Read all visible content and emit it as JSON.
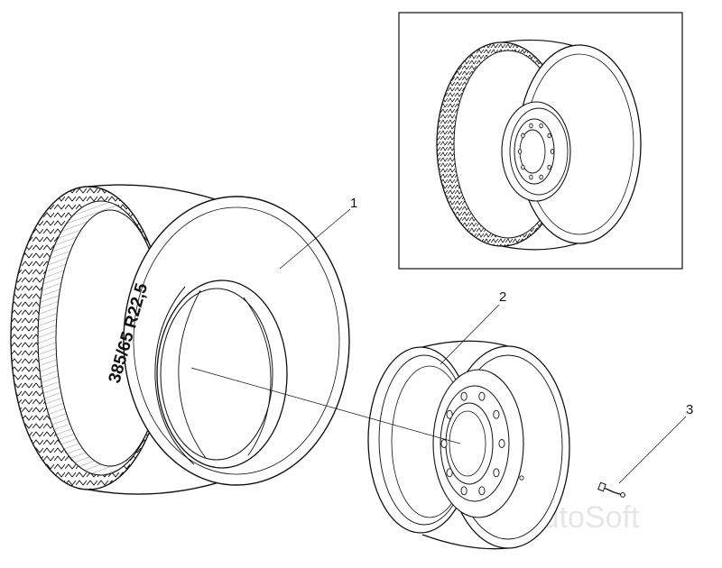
{
  "diagram": {
    "tire_size_marking": "385/65 R22,5",
    "watermark": "AutoSoft",
    "callouts": [
      {
        "number": "1"
      },
      {
        "number": "2"
      },
      {
        "number": "3"
      }
    ]
  },
  "colors": {
    "line": "#111111",
    "background": "#ffffff",
    "watermark": "#e6e6e6"
  }
}
